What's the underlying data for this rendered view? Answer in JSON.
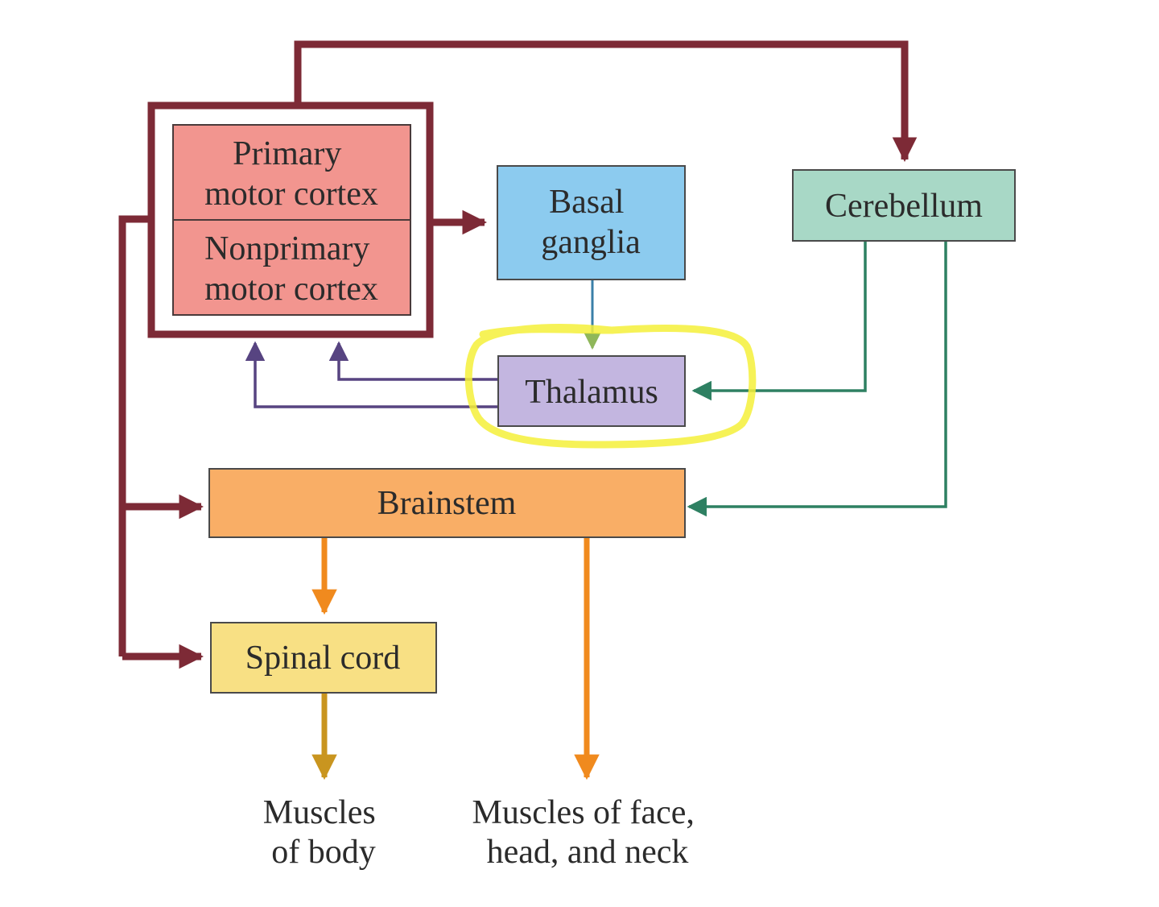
{
  "nodes": {
    "primary_motor_cortex": {
      "lines": [
        "Primary",
        "motor cortex"
      ]
    },
    "nonprimary_motor_cortex": {
      "lines": [
        "Nonprimary",
        "motor cortex"
      ]
    },
    "basal_ganglia": {
      "lines": [
        "Basal",
        "ganglia"
      ]
    },
    "cerebellum": {
      "lines": [
        "Cerebellum"
      ]
    },
    "thalamus": {
      "lines": [
        "Thalamus"
      ]
    },
    "brainstem": {
      "lines": [
        "Brainstem"
      ]
    },
    "spinal_cord": {
      "lines": [
        "Spinal cord"
      ]
    }
  },
  "outputs": {
    "muscles_of_body": {
      "lines": [
        "Muscles",
        "of body"
      ]
    },
    "muscles_of_face_head_neck": {
      "lines": [
        "Muscles of face,",
        "head, and neck"
      ]
    }
  },
  "colors": {
    "cortex_fill": "#f2958f",
    "cortex_outline": "#7d2a36",
    "basal_ganglia_fill": "#8ccbef",
    "cerebellum_fill": "#a8d8c6",
    "thalamus_fill": "#c3b6e0",
    "brainstem_fill": "#f9ae66",
    "spinal_cord_fill": "#f8e084",
    "arrow_cortex": "#7d2a36",
    "arrow_cerebellum": "#2e8062",
    "arrow_thalamus": "#574481",
    "arrow_basal_ganglia": "#3a7fa8",
    "arrow_brainstem": "#f08a1e",
    "arrow_spinal_cord": "#c9951f",
    "highlight": "#f5f03a"
  }
}
